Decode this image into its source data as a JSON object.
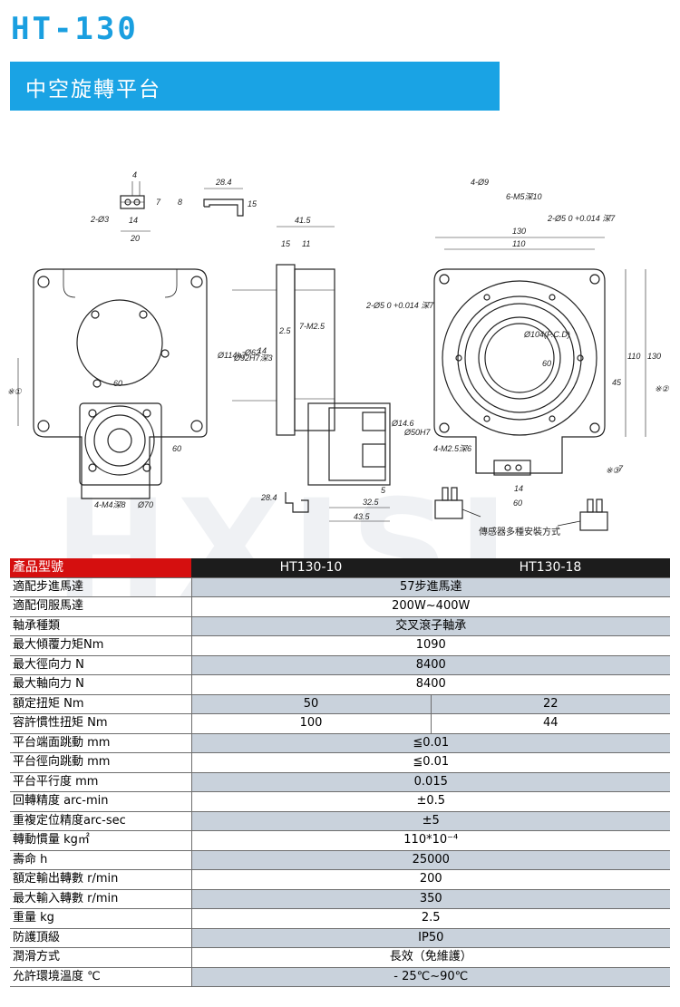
{
  "header": {
    "model": "HT-130",
    "subtitle": "中空旋轉平台"
  },
  "drawing": {
    "note": "傳感器多種安裝方式",
    "labels": {
      "d1": "4",
      "d2": "2-Ø3",
      "d3": "14",
      "d4": "20",
      "d5": "7",
      "d6": "8",
      "d7": "28.4",
      "d8": "15",
      "d9": "41.5",
      "d10": "15",
      "d11": "11",
      "d12": "7-M2.5",
      "d13": "Ø114h7",
      "d14": "Ø92H7深3",
      "d15": "Ø62",
      "d16": "14",
      "d17": "2.5",
      "d18": "Ø14.6",
      "d19": "Ø50H7",
      "d20": "5",
      "d21": "32.5",
      "d22": "43.5",
      "d23": "28.4",
      "d24": "60",
      "d25": "60",
      "d26": "4-M4深8",
      "d27": "Ø70",
      "d28": "※①",
      "d29": "4-Ø9",
      "d30": "6-M5深10",
      "d31": "130",
      "d32": "110",
      "d33": "2-Ø5 0 +0.014 深7",
      "d34": "2-Ø5 0 +0.014 深7",
      "d35": "Ø104(P.C.D)",
      "d36": "60",
      "d37": "45",
      "d38": "110",
      "d39": "130",
      "d40": "※②",
      "d41": "4-M2.5深6",
      "d42": "7",
      "d43": "14",
      "d44": "60",
      "d45": "※③"
    }
  },
  "watermark": "HXJSJ",
  "table": {
    "header": {
      "label": "產品型號",
      "col1": "HT130-10",
      "col2": "HT130-18"
    },
    "rows": [
      {
        "label": "適配步進馬達",
        "value": "57步進馬達"
      },
      {
        "label": "適配伺服馬達",
        "value": "200W~400W"
      },
      {
        "label": "軸承種類",
        "value": "交叉滾子軸承"
      },
      {
        "label": "最大傾覆力矩Nm",
        "value": "1090"
      },
      {
        "label": "最大徑向力 N",
        "value": "8400"
      },
      {
        "label": "最大軸向力 N",
        "value": "8400"
      },
      {
        "label": "額定扭矩 Nm",
        "v1": "50",
        "v2": "22"
      },
      {
        "label": "容許慣性扭矩 Nm",
        "v1": "100",
        "v2": "44"
      },
      {
        "label": "平台端面跳動 mm",
        "value": "≦0.01"
      },
      {
        "label": "平台徑向跳動 mm",
        "value": "≦0.01"
      },
      {
        "label": "平台平行度 mm",
        "value": "0.015"
      },
      {
        "label": "回轉精度 arc-min",
        "value": "±0.5"
      },
      {
        "label": "重複定位精度arc-sec",
        "value": "±5"
      },
      {
        "label": "轉動慣量 kg㎡",
        "value": "110*10⁻⁴"
      },
      {
        "label": "壽命 h",
        "value": "25000"
      },
      {
        "label": "額定輸出轉數 r/min",
        "value": "200"
      },
      {
        "label": "最大輸入轉數 r/min",
        "value": "350"
      },
      {
        "label": "重量 kg",
        "value": "2.5"
      },
      {
        "label": "防護頂級",
        "value": "IP50"
      },
      {
        "label": "潤滑方式",
        "value": "長效（免維護）"
      },
      {
        "label": "允許環境溫度 ℃",
        "value": "- 25℃~90℃"
      }
    ]
  }
}
